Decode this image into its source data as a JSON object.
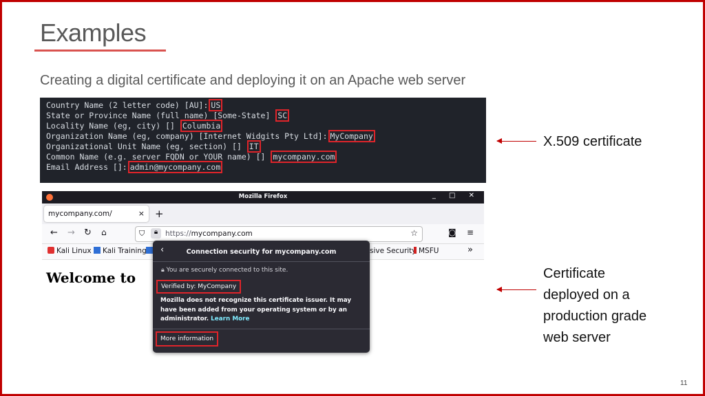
{
  "slide": {
    "title": "Examples",
    "subtitle": "Creating a digital certificate and deploying it on an Apache web server",
    "page_number": "11",
    "accent_color": "#c00000"
  },
  "terminal": {
    "lines": [
      {
        "prompt": "Country Name (2 letter code) [AU]:",
        "answer": "US"
      },
      {
        "prompt": "State or Province Name (full name) [Some-State] ",
        "answer": "SC"
      },
      {
        "prompt": "Locality Name (eg, city) [] ",
        "answer": "Columbia"
      },
      {
        "prompt": "Organization Name (eg, company) [Internet Widgits Pty Ltd]:",
        "answer": "MyCompany"
      },
      {
        "prompt": "Organizational Unit Name (eg, section) [] ",
        "answer": "IT"
      },
      {
        "prompt": "Common Name (e.g. server FQDN or YOUR name) [] ",
        "answer": "mycompany.com"
      },
      {
        "prompt": "Email Address []:",
        "answer": "admin@mycompany.com"
      }
    ]
  },
  "annotations": {
    "x509": "X.509 certificate",
    "deployed": [
      "Certificate",
      "deployed on a",
      "production grade",
      "web server"
    ]
  },
  "browser": {
    "window_title": "Mozilla Firefox",
    "window_controls": "_ □ ✕",
    "tab_label": "mycompany.com/",
    "tab_close": "×",
    "new_tab": "+",
    "url_protocol": "https://",
    "url_host": "mycompany.com",
    "bookmarks": [
      "Kali Linux",
      "Kali Training",
      "sive Security",
      "MSFU"
    ],
    "bookmarks_overflow": "»",
    "page_heading": "Welcome to"
  },
  "popup": {
    "title": "Connection security for mycompany.com",
    "secure_text": "You are securely connected to this site.",
    "verified_by": "Verified by: MyCompany",
    "warning": "Mozilla does not recognize this certificate issuer. It may have been added from your operating system or by an administrator.",
    "learn_more": "Learn More",
    "more_information": "More information"
  }
}
